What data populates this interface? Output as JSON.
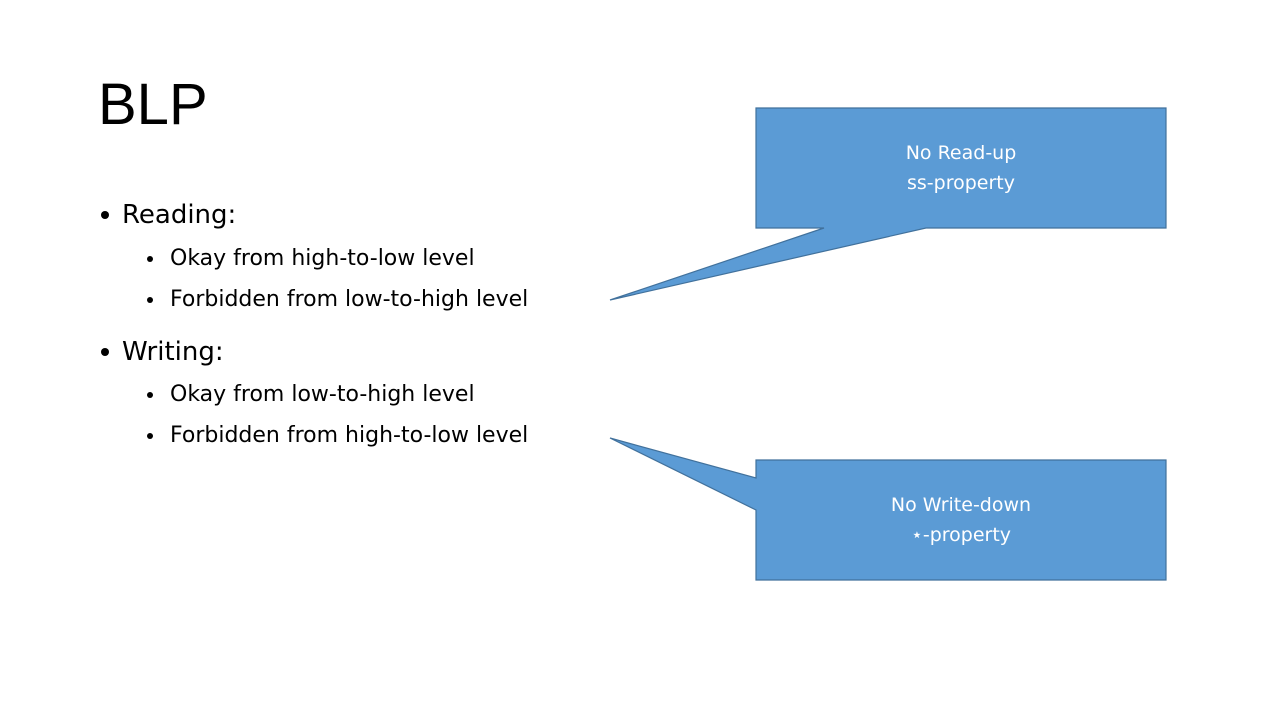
{
  "slide": {
    "title": "BLP",
    "sections": [
      {
        "heading": "Reading:",
        "items": [
          "Okay from high-to-low level",
          "Forbidden from low-to-high level"
        ]
      },
      {
        "heading": "Writing:",
        "items": [
          "Okay from low-to-high level",
          "Forbidden from high-to-low level"
        ]
      }
    ],
    "callouts": [
      {
        "line1": "No Read-up",
        "line2": "ss-property"
      },
      {
        "line1": "No Write-down",
        "line2": "⋆-property"
      }
    ],
    "colors": {
      "callout_fill": "#5b9bd5",
      "callout_stroke": "#41719c",
      "text": "#000000"
    }
  }
}
